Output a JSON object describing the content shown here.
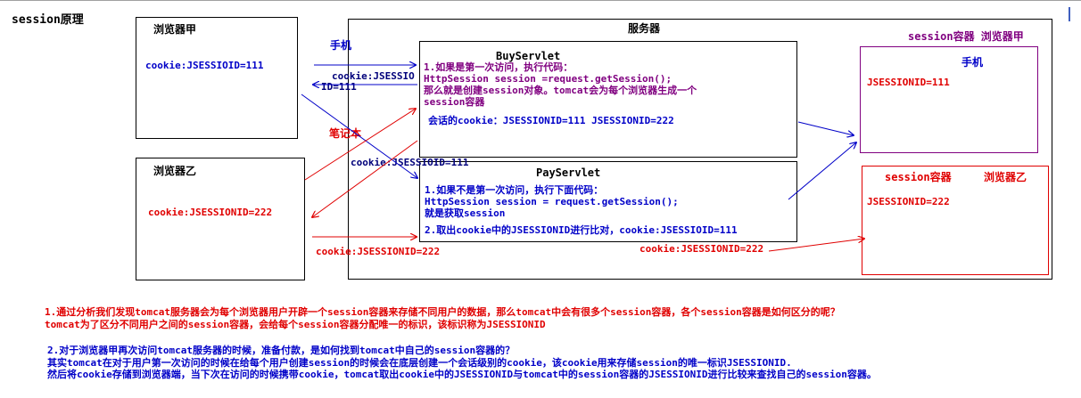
{
  "title": "session原理",
  "browser_a": {
    "label": "浏览器甲",
    "cookie": "cookie:JSESSIOID=111"
  },
  "browser_b": {
    "label": "浏览器乙",
    "cookie": "cookie:JSESSIONID=222"
  },
  "server": {
    "label": "服务器"
  },
  "buy_servlet": {
    "title": "BuyServlet",
    "lines": [
      "1.如果是第一次访问，执行代码：",
      "HttpSession session =request.getSession();",
      "那么就是创建session对象。tomcat会为每个浏览器生成一个",
      "session容器"
    ],
    "cookie_note": "会话的cookie：JSESSIONID=111 JSESSIONID=222"
  },
  "pay_servlet": {
    "title": "PayServlet",
    "lines": [
      "1.如果不是第一次访问，执行下面代码：",
      "HttpSession session = request.getSession();",
      "就是获取session"
    ],
    "compare_note": "2.取出cookie中的JSESSIONID进行比对，cookie:JSESSIOID=111"
  },
  "container_a": {
    "header": "session容器 浏览器甲",
    "device": "手机",
    "value": "JSESSIONID=111"
  },
  "container_b": {
    "header_left": "session容器",
    "header_right": "浏览器乙",
    "value": "JSESSIONID=222"
  },
  "arrow_labels": {
    "phone": "手机",
    "laptop": "笔记本",
    "cookie_resp_a_1": "cookie:JSESSIO",
    "cookie_resp_a_2": "ID=111",
    "cookie_resp_b": "cookie:JSESSIOID=111",
    "cookie_req_b": "cookie:JSESSIONID=222",
    "cookie_pay_to_b": "cookie:JSESSIONID=222"
  },
  "notes": {
    "q1": "1.通过分析我们发现tomcat服务器会为每个浏览器用户开辟一个session容器来存储不同用户的数据，那么tomcat中会有很多个session容器，各个session容器是如何区分的呢？",
    "a1": "tomcat为了区分不同用户之间的session容器，会给每个session容器分配唯一的标识，该标识称为JSESSIONID",
    "q2": "2.对于浏览器甲再次访问tomcat服务器的时候，准备付款，是如何找到tomcat中自己的session容器的？",
    "a2_1": "其实tomcat在对于用户第一次访问的时候在给每个用户创建session的时候会在底层创建一个会话级别的cookie，该cookie用来存储session的唯一标识JSESSIONID.",
    "a2_2": "然后将cookie存储到浏览器端，当下次在访问的时候携带cookie，tomcat取出cookie中的JSESSIONID与tomcat中的session容器的JSESSIONID进行比较来查找自己的session容器。"
  },
  "colors": {
    "blue": "#0000c8",
    "red": "#e00000",
    "purple": "#800080",
    "navy": "#00007a"
  }
}
